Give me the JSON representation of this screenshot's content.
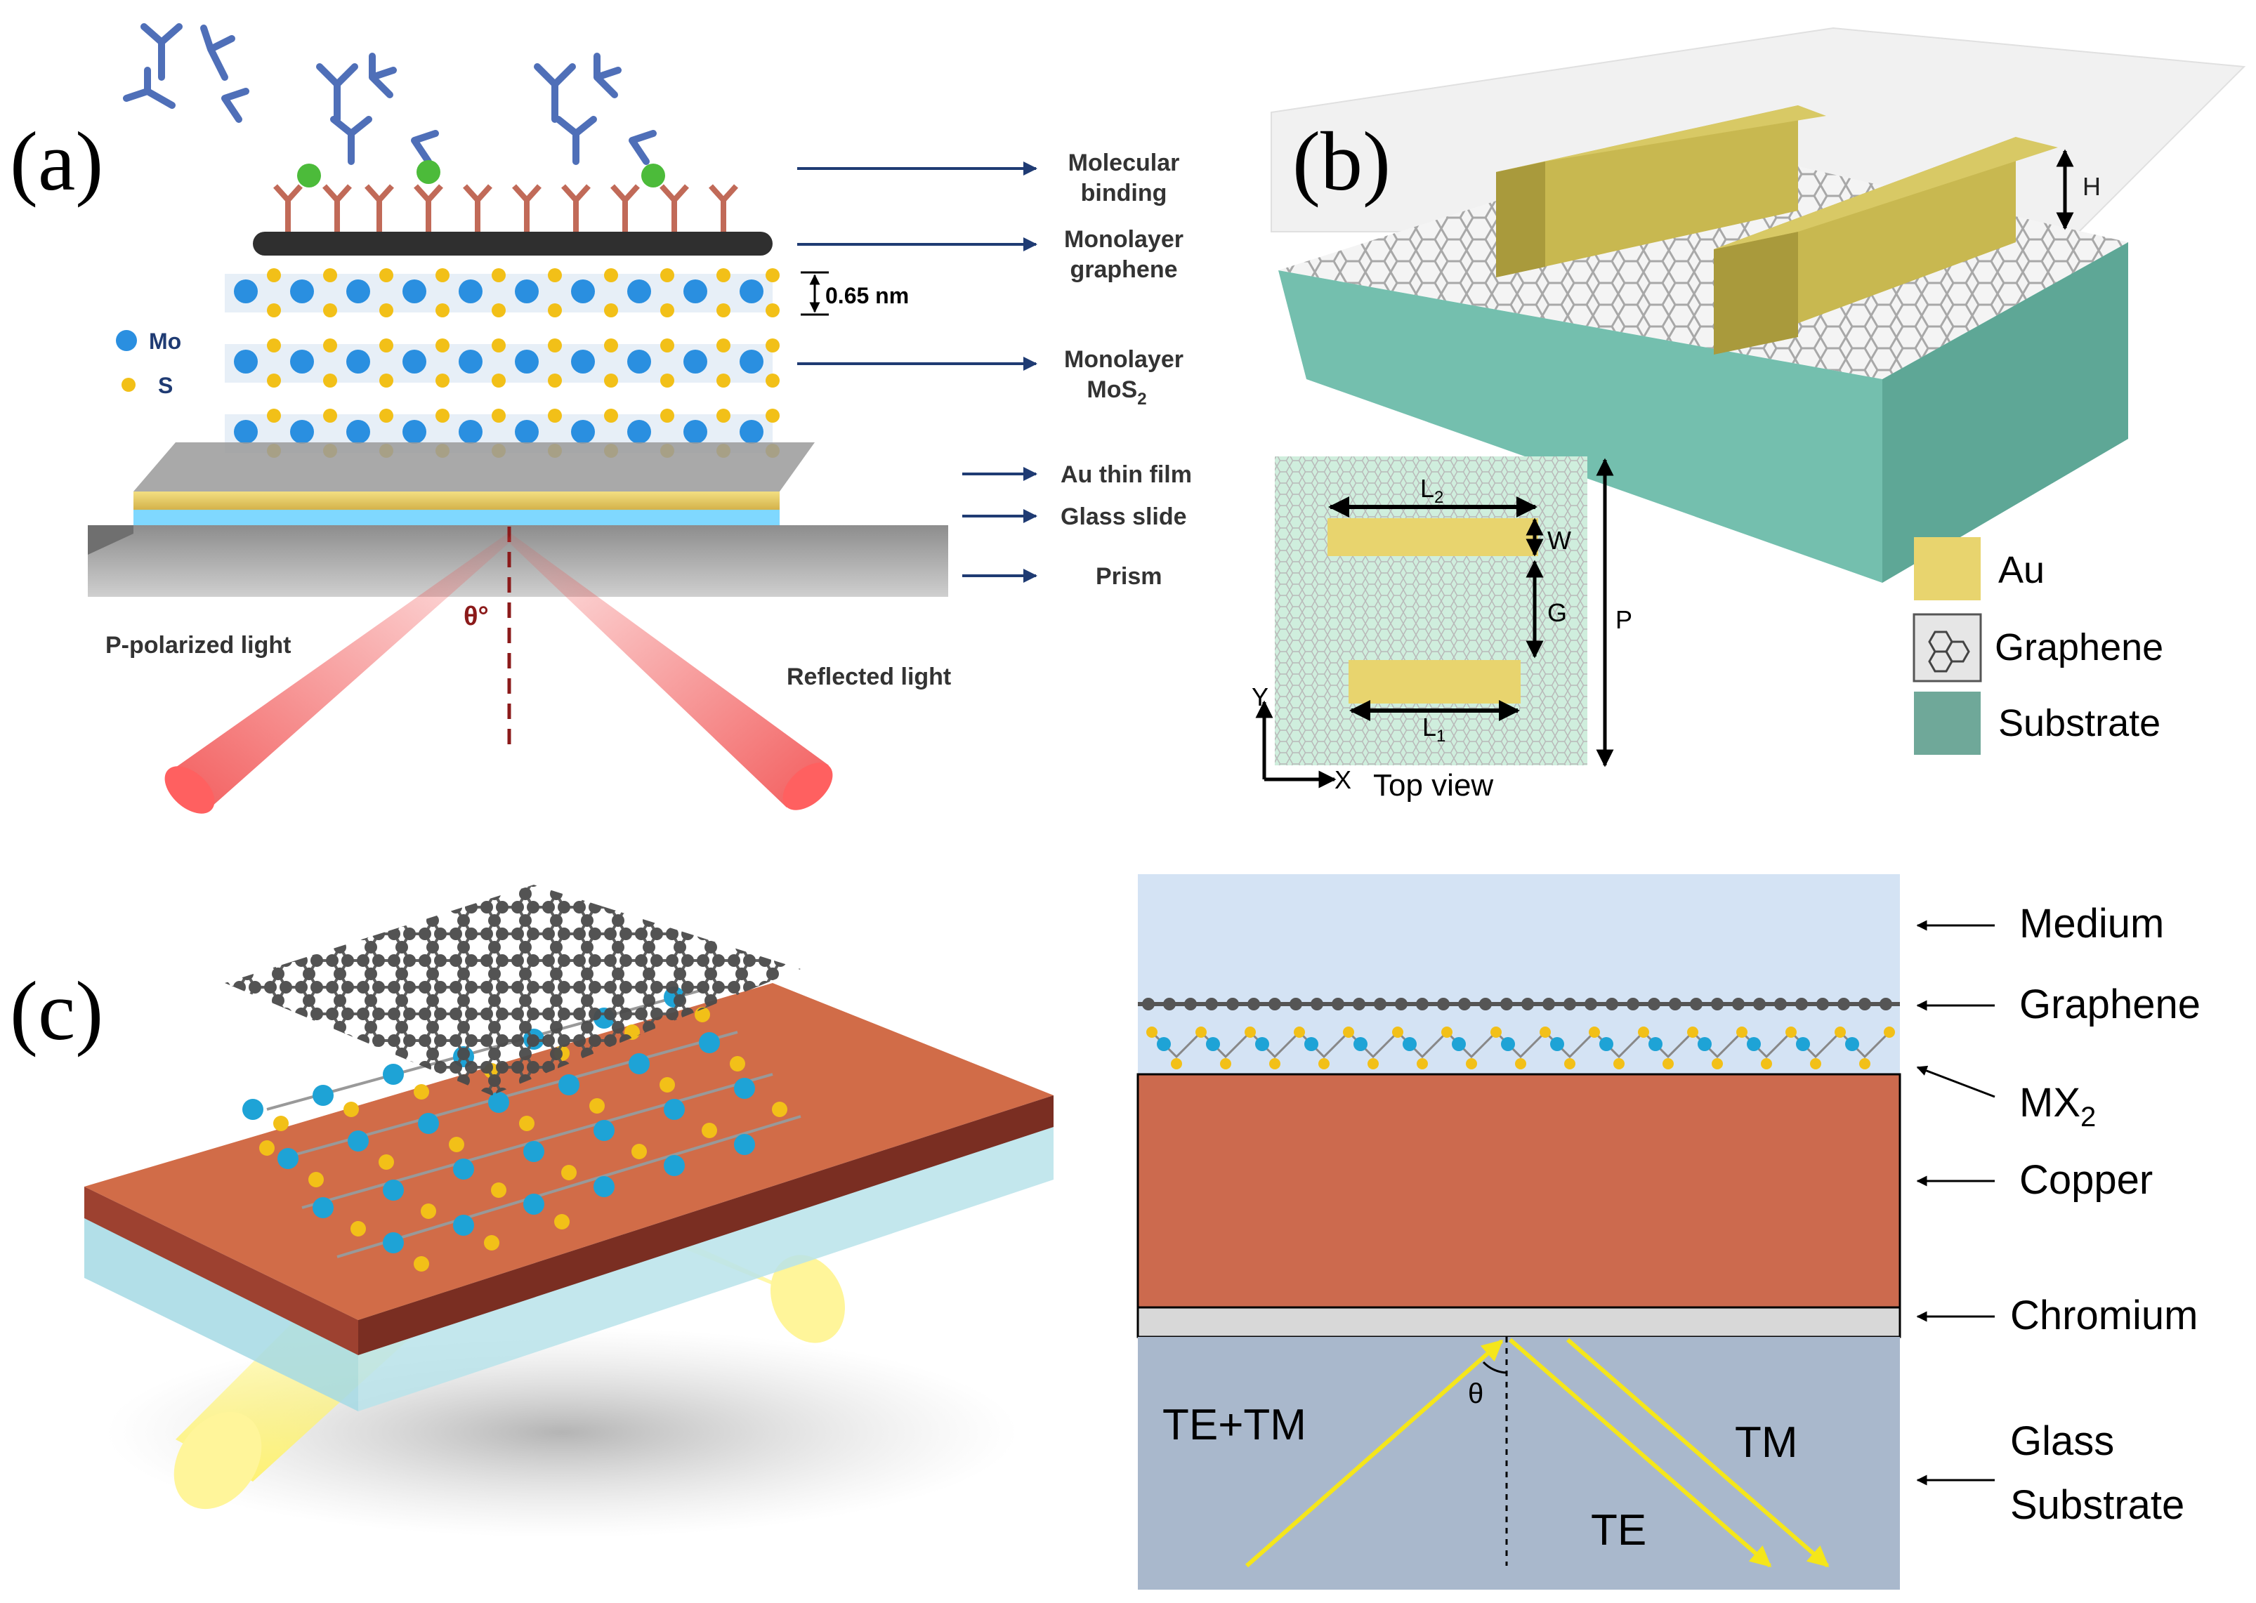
{
  "panel_a": {
    "tag": "(a)",
    "legend": {
      "mo": "Mo",
      "s": "S"
    },
    "spacing": "0.65 nm",
    "layers": {
      "binding_1": "Molecular",
      "binding_2": "binding",
      "graphene_1": "Monolayer",
      "graphene_2": "graphene",
      "mos2_1": "Monolayer",
      "mos2_2": "MoS",
      "mos2_sub": "2",
      "au": "Au thin film",
      "glass": "Glass slide",
      "prism": "Prism"
    },
    "incident": "P-polarized light",
    "reflected": "Reflected light",
    "angle": "θ°"
  },
  "panel_b": {
    "tag": "(b)",
    "h": "H",
    "l2": "L",
    "l2_sub": "2",
    "w": "W",
    "g": "G",
    "p": "P",
    "l1": "L",
    "l1_sub": "1",
    "axis_y": "Y",
    "axis_x": "X",
    "top_view": "Top view",
    "legend": {
      "au": "Au",
      "graphene": "Graphene",
      "substrate": "Substrate"
    }
  },
  "panel_c": {
    "tag": "(c)",
    "layers": {
      "medium": "Medium",
      "graphene": "Graphene",
      "mx2": "MX",
      "mx2_sub": "2",
      "copper": "Copper",
      "chromium": "Chromium",
      "glass_1": "Glass",
      "glass_2": "Substrate"
    },
    "te_tm": "TE+TM",
    "theta": "θ",
    "tm": "TM",
    "te": "TE"
  },
  "colors": {
    "gold": "#e8d46e",
    "mo_blue": "#2a8fe0",
    "s_yellow": "#f2c018",
    "substrate_teal": "#7fbfae",
    "copper": "#cc6a4e",
    "medium": "#d4e3f4",
    "glass": "#a9b8cc",
    "beam_red": "#f04040",
    "arrow_navy": "#1f3b73"
  }
}
